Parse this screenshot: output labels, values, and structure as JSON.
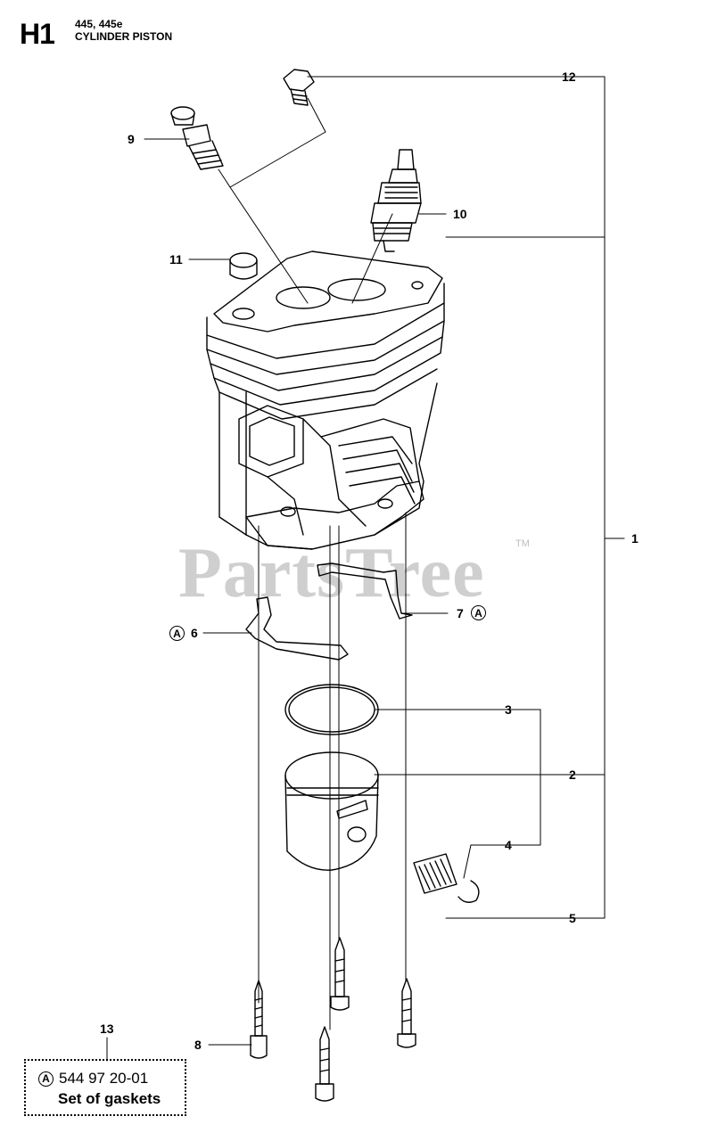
{
  "header": {
    "code": "H1",
    "models": "445, 445e",
    "title": "CYLINDER PISTON"
  },
  "callouts": {
    "c1": "1",
    "c2": "2",
    "c3": "3",
    "c4": "4",
    "c5": "5",
    "c6": "6",
    "c7": "7",
    "c8": "8",
    "c9": "9",
    "c10": "10",
    "c11": "11",
    "c12": "12",
    "c13": "13"
  },
  "markers": {
    "a6": "A",
    "a7": "A",
    "aref": "A"
  },
  "watermark": {
    "text": "PartsTree",
    "tm": "TM"
  },
  "reference_box": {
    "part_number": "544 97 20-01",
    "description": "Set of gaskets"
  }
}
